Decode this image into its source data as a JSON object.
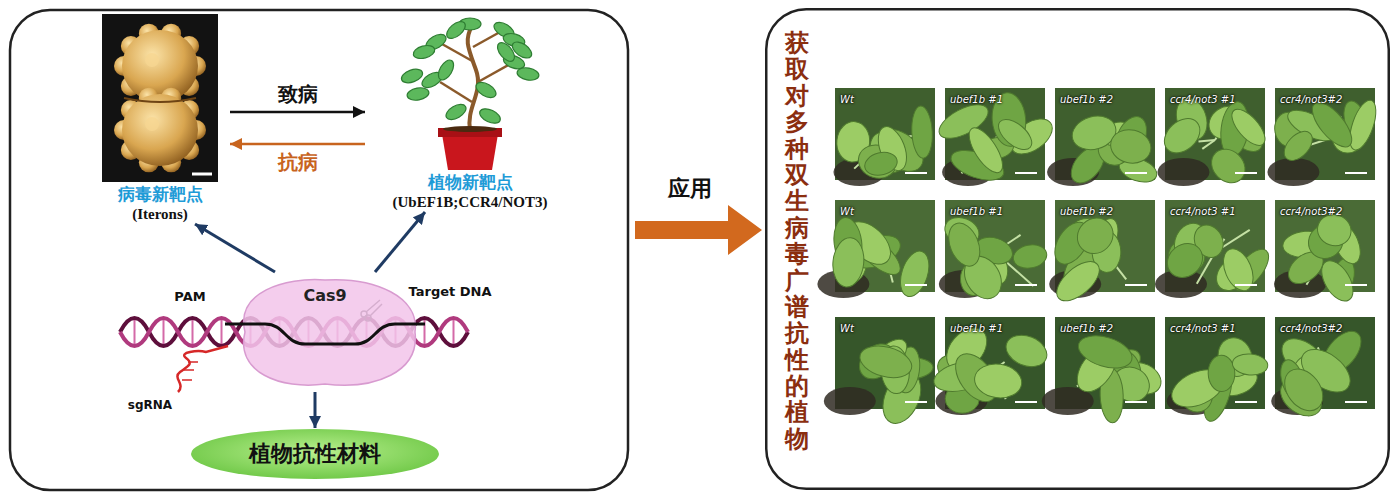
{
  "diagram": {
    "nodes": [
      {
        "text": [
          "病毒新靶点",
          "(Iterons)"
        ]
      },
      {
        "text": [
          "植物新靶点",
          "(UbEF1B;CCR4/NOT3)"
        ]
      },
      {
        "text": [
          "Cas9"
        ]
      },
      {
        "text": [
          "植物抗性材料"
        ]
      },
      {
        "text": [
          "获取对多种双生病毒广谱抗性的植物"
        ]
      },
      {
        "text": [
          "Wt"
        ],
        "in": 4
      },
      {
        "text": [
          "ubef1b #1"
        ],
        "in": 4
      },
      {
        "text": [
          "ubef1b #2"
        ],
        "in": 4
      },
      {
        "text": [
          "ccr4/not3 #1"
        ],
        "in": 4
      },
      {
        "text": [
          "ccr4/not3#2"
        ],
        "in": 4
      },
      {
        "text": [
          "Wt"
        ],
        "in": 4
      },
      {
        "text": [
          "ubef1b #1"
        ],
        "in": 4
      },
      {
        "text": [
          "ubef1b #2"
        ],
        "in": 4
      },
      {
        "text": [
          "ccr4/not3 #1"
        ],
        "in": 4
      },
      {
        "text": [
          "ccr4/not3#2"
        ],
        "in": 4
      },
      {
        "text": [
          "Wt"
        ],
        "in": 4
      },
      {
        "text": [
          "ubef1b #1"
        ],
        "in": 4
      },
      {
        "text": [
          "ubef1b #2"
        ],
        "in": 4
      },
      {
        "text": [
          "ccr4/not3 #1"
        ],
        "in": 4
      },
      {
        "text": [
          "ccr4/not3#2"
        ],
        "in": 4
      }
    ],
    "edges": [
      {
        "from": 0,
        "to": 1,
        "arrow": "to",
        "label": "致病"
      },
      {
        "from": 1,
        "to": 0,
        "arrow": "to",
        "label": "抗病"
      },
      {
        "from": 2,
        "to": 0,
        "arrow": "to"
      },
      {
        "from": 2,
        "to": 1,
        "arrow": "to"
      },
      {
        "from": 2,
        "to": 3,
        "arrow": "to"
      }
    ],
    "labels": [
      "PAM",
      "Target DNA",
      "sgRNA",
      "应用"
    ]
  }
}
